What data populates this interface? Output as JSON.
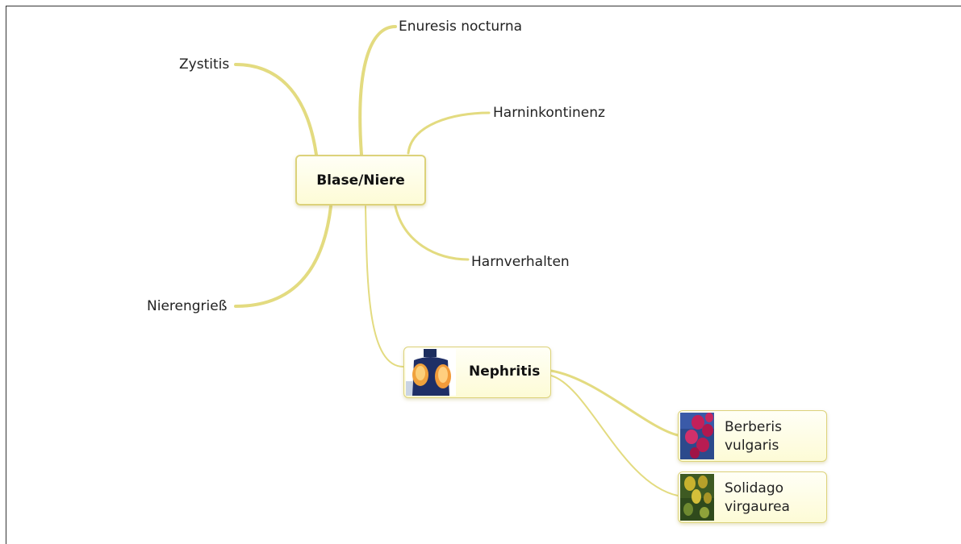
{
  "central": {
    "title": "Blase/Niere"
  },
  "branches": {
    "enuresis": "Enuresis nocturna",
    "zystitis": "Zystitis",
    "harninkontinenz": "Harninkontinenz",
    "harnverhalten": "Harnverhalten",
    "nierengriess": "Nierengrieß"
  },
  "nephritis": {
    "title": "Nephritis",
    "children": [
      {
        "line1": "Berberis",
        "line2": "vulgaris"
      },
      {
        "line1": "Solidago",
        "line2": "virgaurea"
      }
    ]
  },
  "colors": {
    "link": "#e3db80",
    "node_border": "#dcd27a",
    "node_fill": "#fdfbd6"
  }
}
